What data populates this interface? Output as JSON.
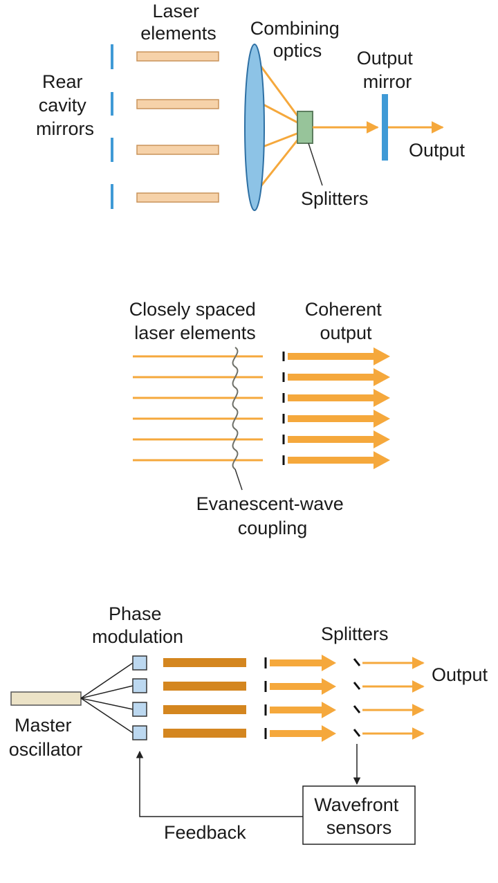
{
  "panel_top": {
    "laser_elements": [
      "Laser",
      "elements"
    ],
    "combining_optics": [
      "Combining",
      "optics"
    ],
    "rear_cavity_mirrors": [
      "Rear",
      "cavity",
      "mirrors"
    ],
    "output_mirror": [
      "Output",
      "mirror"
    ],
    "output": "Output",
    "splitters": "Splitters"
  },
  "panel_middle": {
    "closely_spaced": [
      "Closely spaced",
      "laser elements"
    ],
    "coherent_output": [
      "Coherent",
      "output"
    ],
    "coupling": [
      "Evanescent-wave",
      "coupling"
    ]
  },
  "panel_bottom": {
    "phase_modulation": [
      "Phase",
      "modulation"
    ],
    "splitters": "Splitters",
    "output": "Output",
    "master_oscillator": [
      "Master",
      "oscillator"
    ],
    "wavefront_sensors": [
      "Wavefront",
      "sensors"
    ],
    "feedback": "Feedback"
  },
  "colors": {
    "beam": "#f5a83c",
    "mirror": "#3f9ad6",
    "lens": "#8dc3e6",
    "laser_rod": "#f6d2a9",
    "splitter_box": "#97c49a",
    "dark_rod": "#d4861f",
    "modulator": "#bcd8f0",
    "oscillator": "#ece3c7"
  }
}
